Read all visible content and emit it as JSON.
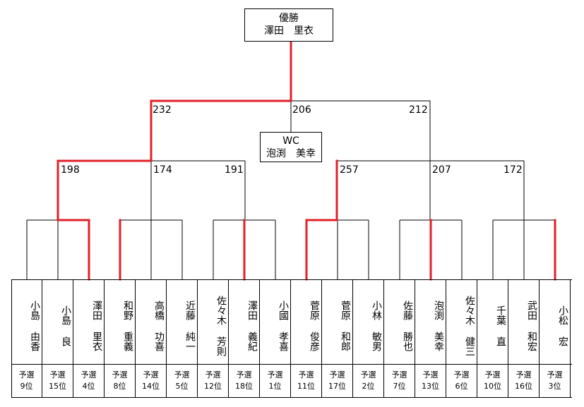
{
  "champion": {
    "title": "優勝",
    "name": "澤田　里衣"
  },
  "wildcard": {
    "title": "WC",
    "name": "泡渕　美幸"
  },
  "final_scores": [
    "232",
    "206",
    "212"
  ],
  "semi_scores": [
    "198",
    "174",
    "191",
    "257",
    "207",
    "172"
  ],
  "players": [
    {
      "surname": "小島",
      "given": "由香",
      "rank": "予選\n9位"
    },
    {
      "surname": "小島",
      "given": "良",
      "rank": "予選\n15位"
    },
    {
      "surname": "澤田",
      "given": "里衣",
      "rank": "予選\n4位"
    },
    {
      "surname": "和野",
      "given": "重義",
      "rank": "予選\n8位"
    },
    {
      "surname": "高橋",
      "given": "功喜",
      "rank": "予選\n14位"
    },
    {
      "surname": "近藤",
      "given": "純一",
      "rank": "予選\n5位"
    },
    {
      "surname": "佐々木",
      "given": "芳則",
      "rank": "予選\n12位"
    },
    {
      "surname": "澤田",
      "given": "義紀",
      "rank": "予選\n18位"
    },
    {
      "surname": "小國",
      "given": "孝喜",
      "rank": "予選\n1位"
    },
    {
      "surname": "菅原",
      "given": "俊彦",
      "rank": "予選\n11位"
    },
    {
      "surname": "菅原",
      "given": "和郎",
      "rank": "予選\n17位"
    },
    {
      "surname": "小林",
      "given": "敏男",
      "rank": "予選\n2位"
    },
    {
      "surname": "佐藤",
      "given": "勝也",
      "rank": "予選\n7位"
    },
    {
      "surname": "泡渕",
      "given": "美幸",
      "rank": "予選\n13位"
    },
    {
      "surname": "佐々木",
      "given": "健三",
      "rank": "予選\n6位"
    },
    {
      "surname": "千葉",
      "given": "直",
      "rank": "予選\n10位"
    },
    {
      "surname": "武田",
      "given": "和宏",
      "rank": "予選\n16位"
    },
    {
      "surname": "小松",
      "given": "宏",
      "rank": "予選\n3位"
    }
  ],
  "colors": {
    "line": "#000000",
    "winner": "#e0202a"
  }
}
